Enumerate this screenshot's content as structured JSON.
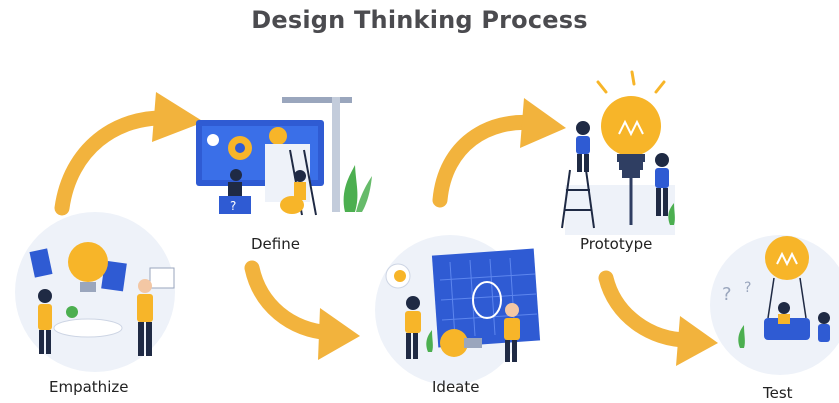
{
  "title": "Design Thinking Process",
  "stages": [
    {
      "label": "Empathize",
      "illustration": "empathize-scene"
    },
    {
      "label": "Define",
      "illustration": "define-scene"
    },
    {
      "label": "Ideate",
      "illustration": "ideate-scene"
    },
    {
      "label": "Prototype",
      "illustration": "prototype-scene"
    },
    {
      "label": "Test",
      "illustration": "test-scene"
    }
  ],
  "colors": {
    "arrow": "#f2b33d",
    "bulb": "#f7b529",
    "blue": "#2f5bd3",
    "light_blue": "#dfe8f7",
    "navy": "#1f2a44",
    "green": "#4caf50",
    "title": "#4b4b4f"
  }
}
